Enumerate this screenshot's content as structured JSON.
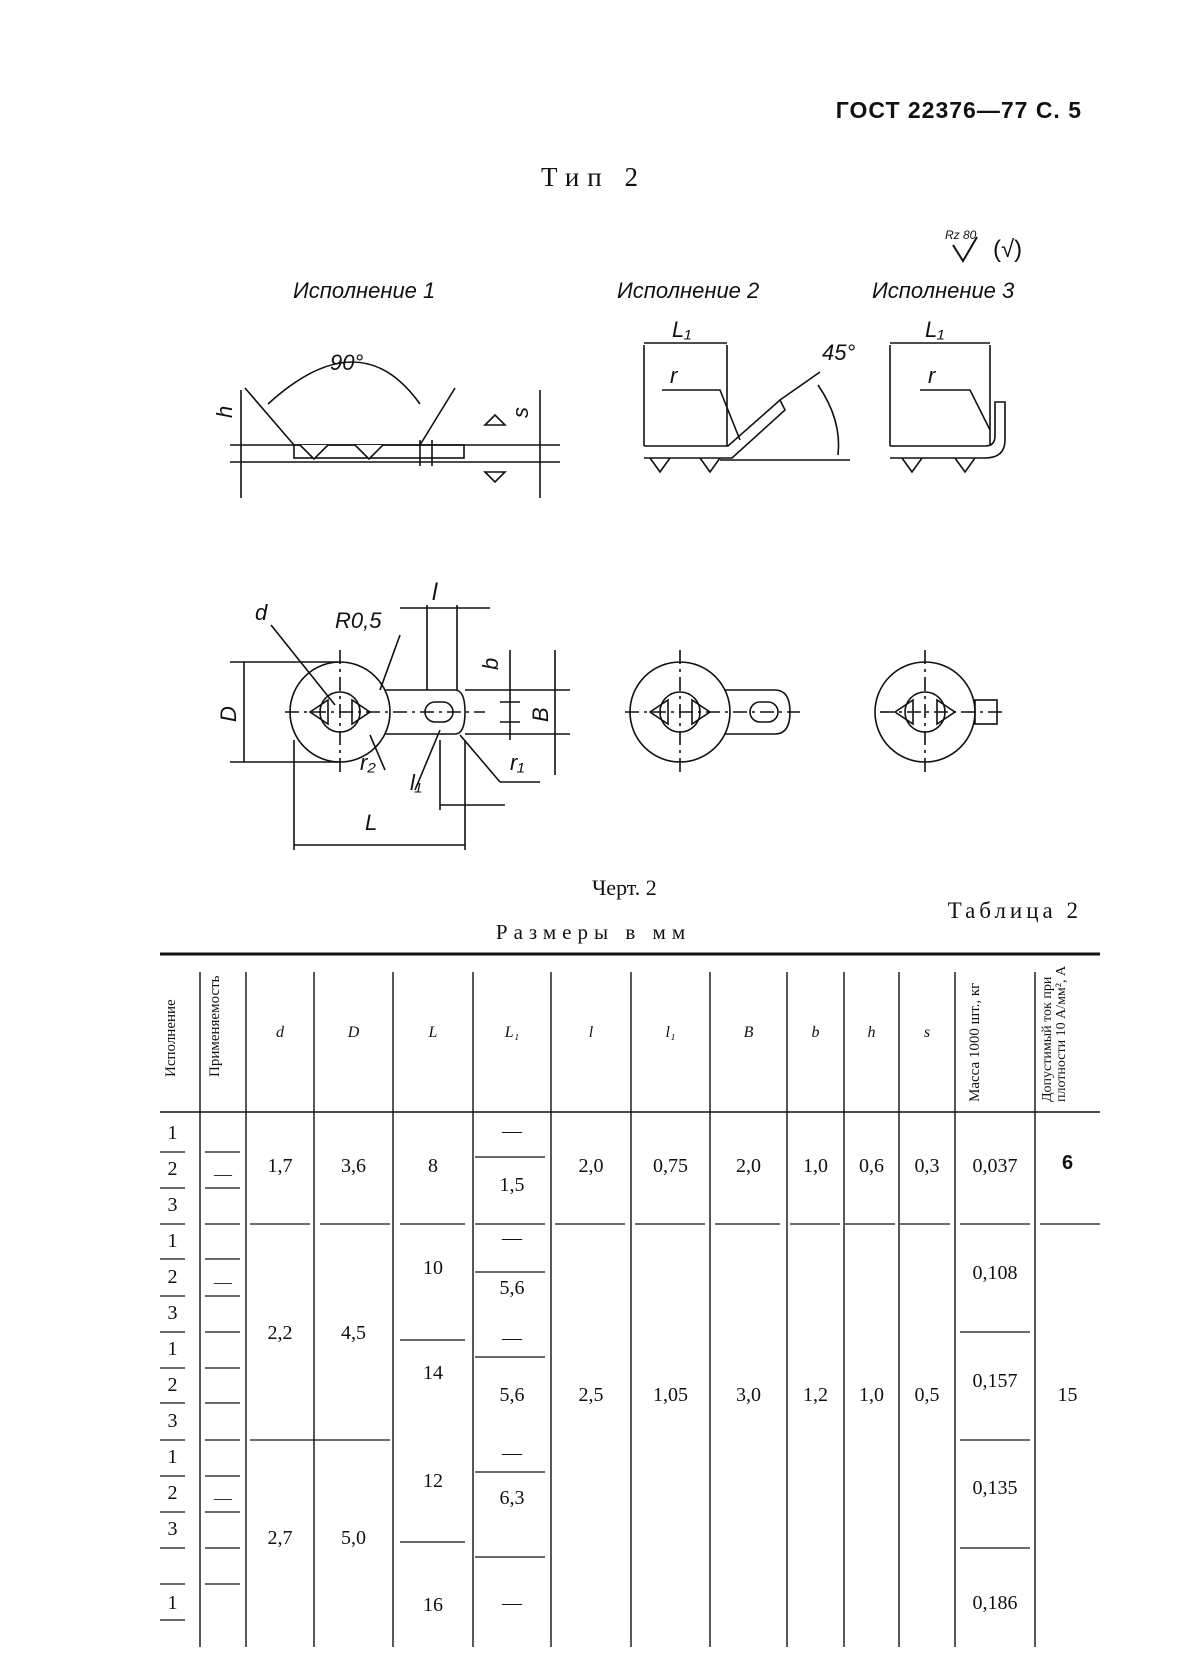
{
  "header": {
    "doc": "ГОСТ 22376—77 С. 5"
  },
  "type_title": "Тип 2",
  "roughness": {
    "value": "Rz 80",
    "parenthetical": "(√)"
  },
  "variants": {
    "v1": "Исполнение 1",
    "v2": "Исполнение 2",
    "v3": "Исполнение 3"
  },
  "dims": {
    "angle90": "90°",
    "angle45": "45°",
    "h": "h",
    "s": "s",
    "L1": "L₁",
    "r": "r",
    "d": "d",
    "R05": "R0,5",
    "l": "l",
    "b": "b",
    "D": "D",
    "B": "B",
    "r2": "r₂",
    "r1": "r₁",
    "l1": "l₁",
    "L": "L"
  },
  "drawing_caption": "Черт. 2",
  "table_title": "Таблица 2",
  "table_subtitle": "Размеры в мм",
  "table": {
    "headers": [
      "Исполнение",
      "Применяемость",
      "d",
      "D",
      "L",
      "L₁",
      "l",
      "l₁",
      "B",
      "b",
      "h",
      "s",
      "Масса 1000 шт., кг",
      "Допустимый ток при плотности 10 А/мм², А"
    ],
    "variants": [
      "1",
      "2",
      "3",
      "1",
      "2",
      "3",
      "1",
      "2",
      "3",
      "1",
      "2",
      "3",
      "1"
    ],
    "applicability": [
      "—",
      "—",
      "—",
      "—",
      "—",
      "—",
      "—",
      "—",
      "—",
      "—",
      "—",
      "—",
      "—"
    ],
    "d": [
      "1,7",
      "2,2",
      "2,7"
    ],
    "D": [
      "3,6",
      "4,5",
      "5,0"
    ],
    "L": [
      "8",
      "10",
      "14",
      "12",
      "16"
    ],
    "L1": [
      "—",
      "1,5",
      "—",
      "5,6",
      "—",
      "5,6",
      "—",
      "6,3",
      "—"
    ],
    "l": [
      "2,0",
      "2,5"
    ],
    "l1": [
      "0,75",
      "1,05"
    ],
    "B": [
      "2,0",
      "3,0"
    ],
    "b": [
      "1,0",
      "1,2"
    ],
    "h": [
      "0,6",
      "1,0"
    ],
    "s": [
      "0,3",
      "0,5"
    ],
    "mass": [
      "0,037",
      "0,108",
      "0,157",
      "0,135",
      "0,186"
    ],
    "current": [
      "6",
      "15"
    ]
  }
}
